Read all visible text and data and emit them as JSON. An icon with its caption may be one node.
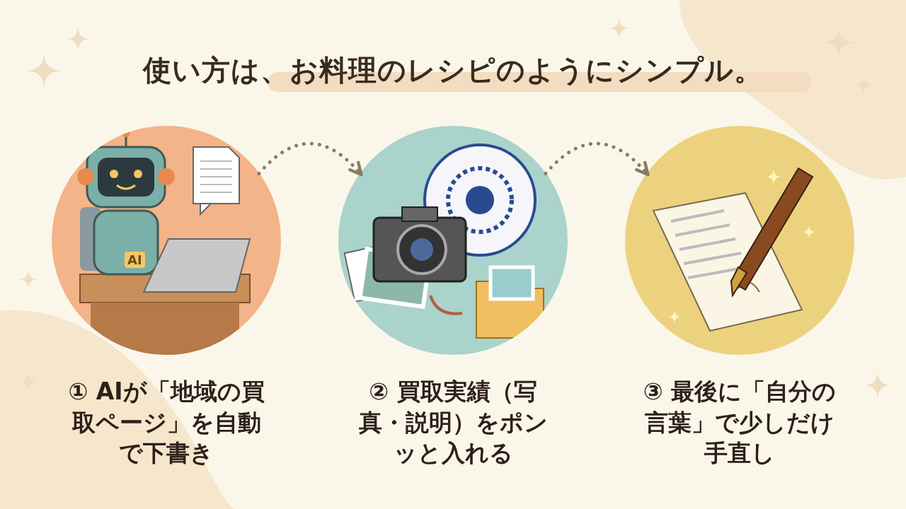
{
  "diagram": {
    "title": "使い方は、お料理のレシピのようにシンプル。",
    "nodes": [
      {
        "text": [],
        "shape": "picture",
        "beside": [
          "① AIが「地域の買取ページ」を自動で下書き"
        ]
      },
      {
        "text": [],
        "shape": "picture",
        "beside": [
          "② 買取実績（写真・説明）をポンッと入れる"
        ]
      },
      {
        "text": [],
        "shape": "picture",
        "beside": [
          "③ 最後に「自分の言葉」で少しだけ手直し"
        ]
      }
    ],
    "edges": [
      {
        "from": 0,
        "to": 1,
        "arrow": "to",
        "style": "dashed"
      },
      {
        "from": 1,
        "to": 2,
        "arrow": "to",
        "style": "dashed"
      }
    ],
    "labels": [
      "AI"
    ]
  }
}
